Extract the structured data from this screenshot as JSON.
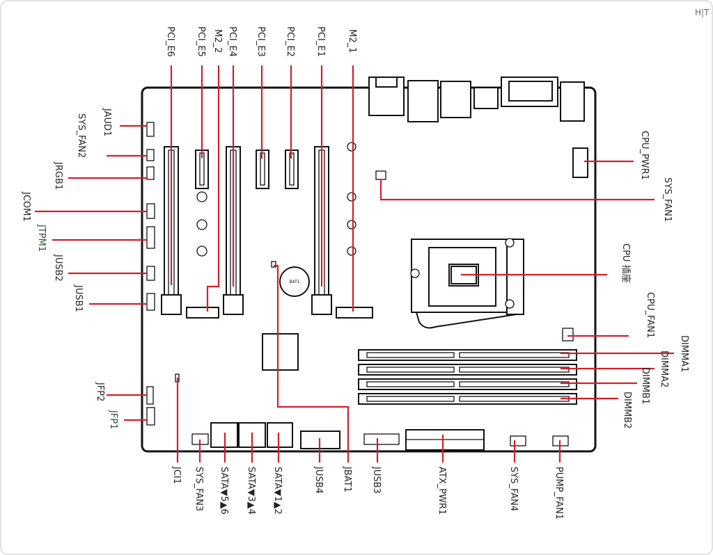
{
  "corner_mark": "H|T",
  "labels": {
    "pcie6": "PCI_E6",
    "pcie5": "PCI_E5",
    "m2_2": "M2_2",
    "pcie4": "PCI_E4",
    "pcie3": "PCI_E3",
    "pcie2": "PCI_E2",
    "pcie1": "PCI_E1",
    "m2_1": "M2_1",
    "jaud1": "JAUD1",
    "sys_fan2": "SYS_FAN2",
    "jrgb1": "JRGB1",
    "jcom1": "JCOM1",
    "jtpm1": "JTPM1",
    "jusb2": "JUSB2",
    "jusb1": "JUSB1",
    "jfp2": "JFP2",
    "jfp1": "JFP1",
    "cpu_pwr1": "CPU_PWR1",
    "sys_fan1": "SYS_FAN1",
    "cpu_socket": "CPU 插座",
    "cpu_fan1": "CPU_FAN1",
    "dimma1": "DIMMA1",
    "dimma2": "DIMMA2",
    "dimmb1": "DIMMB1",
    "dimmb2": "DIMMB2",
    "jci1": "JCI1",
    "sys_fan3": "SYS_FAN3",
    "sata56": "SATA▼5▲6",
    "sata34": "SATA▼3▲4",
    "sata12": "SATA▼1▲2",
    "jusb4": "JUSB4",
    "jbat1": "JBAT1",
    "jusb3": "JUSB3",
    "atx_pwr1": "ATX_PWR1",
    "sys_fan4": "SYS_FAN4",
    "pump_fan1": "PUMP_FAN1"
  },
  "battery_text": "BAT1"
}
